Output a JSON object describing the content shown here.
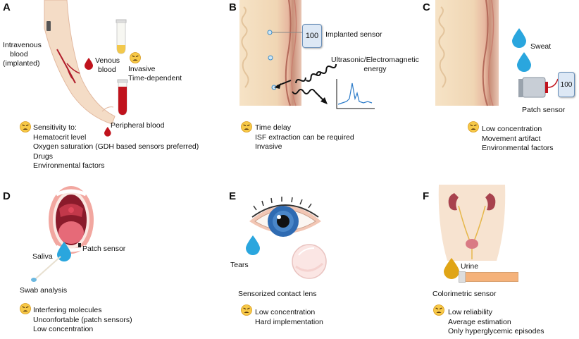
{
  "panels": {
    "a": {
      "letter": "A",
      "intravenous_label": [
        "Intravenous",
        "blood",
        "(implanted)"
      ],
      "venous_label": [
        "Venous",
        "blood"
      ],
      "invasive_label": [
        "Invasive",
        "Time-dependent"
      ],
      "peripheral_label": "Peripheral blood",
      "issues": [
        "Sensitivity to:",
        "Hematocrit level",
        "Oxygen saturation (GDH based sensors preferred)",
        "Drugs",
        "Environmental factors"
      ]
    },
    "b": {
      "letter": "B",
      "sensor_value": "100",
      "sensor_label": "Implanted sensor",
      "energy_label": [
        "Ultrasonic/Electromagnetic",
        "energy"
      ],
      "issues": [
        "Time delay",
        "ISF extraction can be required",
        "Invasive"
      ]
    },
    "c": {
      "letter": "C",
      "sweat_label": "Sweat",
      "sensor_value": "100",
      "patch_label": "Patch sensor",
      "issues": [
        "Low concentration",
        "Movement artifact",
        "Environmental factors"
      ]
    },
    "d": {
      "letter": "D",
      "saliva_label": "Saliva",
      "patch_label": "Patch sensor",
      "swab_label": "Swab analysis",
      "issues": [
        "Interfering molecules",
        "Unconfortable (patch sensors)",
        "Low concentration"
      ]
    },
    "e": {
      "letter": "E",
      "tears_label": "Tears",
      "lens_label": "Sensorized contact lens",
      "issues": [
        "Low concentration",
        "Hard implementation"
      ]
    },
    "f": {
      "letter": "F",
      "urine_label": "Urine",
      "sensor_label": "Colorimetric sensor",
      "issues": [
        "Low reliability",
        "Average estimation",
        "Only hyperglycemic episodes"
      ]
    }
  },
  "colors": {
    "blood": "#c0121c",
    "droplet_blue": "#2aa6de",
    "skin": "#f4dcc6",
    "emoji_yellow": "#f7c948"
  }
}
